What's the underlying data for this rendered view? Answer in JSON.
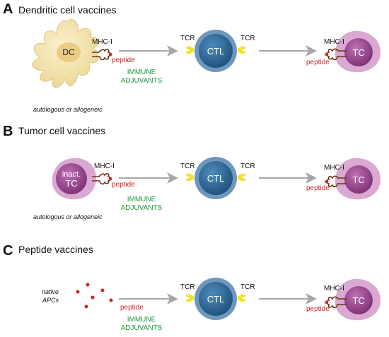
{
  "colors": {
    "ctl_fill": "#2f6c9a",
    "ctl_ring": "#6e97bd",
    "tc_fill": "#a24b98",
    "tc_ring": "#d9a9d2",
    "dc_fill": "#f6e7b4",
    "mhc": "#6b3513",
    "peptide": "#d2232a",
    "tcr": "#f2e12a",
    "arrow": "#a7a7a7",
    "adjuvant_text": "#1e9c3c"
  },
  "labels": {
    "mhc": "MHC-I",
    "peptide": "peptide",
    "tcr": "TCR",
    "ctl": "CTL",
    "tc": "TC",
    "immune": "IMMUNE",
    "adjuvants": "ADJUVANTS"
  },
  "panels": [
    {
      "letter": "A",
      "title": "Dendritic cell vaccines",
      "source_label": "DC",
      "note": "autologous or allogeneic"
    },
    {
      "letter": "B",
      "title": "Tumor cell vaccines",
      "source_label_1": "inact.",
      "source_label_2": "TC",
      "note": "autologous or allogeneic"
    },
    {
      "letter": "C",
      "title": "Peptide vaccines",
      "source_label_1": "native",
      "source_label_2": "APCs"
    }
  ]
}
